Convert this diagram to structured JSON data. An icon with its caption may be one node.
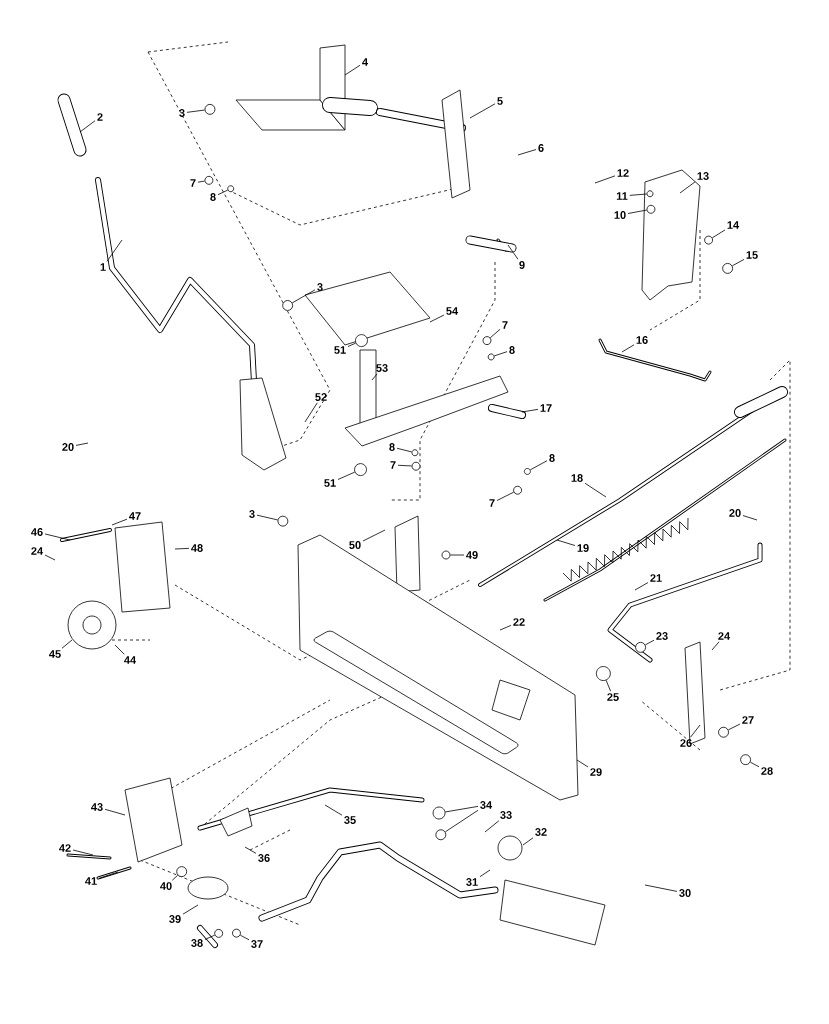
{
  "diagram": {
    "nodes": [
      {
        "text": [
          "2"
        ]
      },
      {
        "text": [
          "4"
        ]
      },
      {
        "text": [
          "5"
        ]
      },
      {
        "text": [
          "3"
        ]
      },
      {
        "text": [
          "6"
        ]
      },
      {
        "text": [
          "12"
        ]
      },
      {
        "text": [
          "13"
        ]
      },
      {
        "text": [
          "7"
        ]
      },
      {
        "text": [
          "11"
        ]
      },
      {
        "text": [
          "8"
        ]
      },
      {
        "text": [
          "10"
        ]
      },
      {
        "text": [
          "14"
        ]
      },
      {
        "text": [
          "15"
        ]
      },
      {
        "text": [
          "1"
        ]
      },
      {
        "text": [
          "9"
        ]
      },
      {
        "text": [
          "3"
        ]
      },
      {
        "text": [
          "54"
        ]
      },
      {
        "text": [
          "7"
        ]
      },
      {
        "text": [
          "16"
        ]
      },
      {
        "text": [
          "51"
        ]
      },
      {
        "text": [
          "8"
        ]
      },
      {
        "text": [
          "53"
        ]
      },
      {
        "text": [
          "52"
        ]
      },
      {
        "text": [
          "17"
        ]
      },
      {
        "text": [
          "20"
        ]
      },
      {
        "text": [
          "8"
        ]
      },
      {
        "text": [
          "8"
        ]
      },
      {
        "text": [
          "7"
        ]
      },
      {
        "text": [
          "51"
        ]
      },
      {
        "text": [
          "18"
        ]
      },
      {
        "text": [
          "7"
        ]
      },
      {
        "text": [
          "20"
        ]
      },
      {
        "text": [
          "47"
        ]
      },
      {
        "text": [
          "3"
        ]
      },
      {
        "text": [
          "46"
        ]
      },
      {
        "text": [
          "50"
        ]
      },
      {
        "text": [
          "48"
        ]
      },
      {
        "text": [
          "19"
        ]
      },
      {
        "text": [
          "24"
        ]
      },
      {
        "text": [
          "49"
        ]
      },
      {
        "text": [
          "21"
        ]
      },
      {
        "text": [
          "22"
        ]
      },
      {
        "text": [
          "23"
        ]
      },
      {
        "text": [
          "24"
        ]
      },
      {
        "text": [
          "45"
        ]
      },
      {
        "text": [
          "44"
        ]
      },
      {
        "text": [
          "25"
        ]
      },
      {
        "text": [
          "27"
        ]
      },
      {
        "text": [
          "26"
        ]
      },
      {
        "text": [
          "29"
        ]
      },
      {
        "text": [
          "28"
        ]
      },
      {
        "text": [
          "34"
        ]
      },
      {
        "text": [
          "43"
        ]
      },
      {
        "text": [
          "33"
        ]
      },
      {
        "text": [
          "35"
        ]
      },
      {
        "text": [
          "32"
        ]
      },
      {
        "text": [
          "42"
        ]
      },
      {
        "text": [
          "36"
        ]
      },
      {
        "text": [
          "41"
        ]
      },
      {
        "text": [
          "31"
        ]
      },
      {
        "text": [
          "40"
        ]
      },
      {
        "text": [
          "30"
        ]
      },
      {
        "text": [
          "39"
        ]
      },
      {
        "text": [
          "38"
        ]
      },
      {
        "text": [
          "37"
        ]
      },
      {
        "text": [],
        "shape": "circle"
      },
      {
        "text": [],
        "shape": "circle"
      },
      {
        "text": [],
        "shape": "circle"
      },
      {
        "text": [],
        "shape": "circle"
      },
      {
        "text": [],
        "shape": "circle"
      },
      {
        "text": [],
        "shape": "circle"
      },
      {
        "text": [],
        "shape": "circle"
      },
      {
        "text": [],
        "shape": "circle"
      },
      {
        "text": [],
        "shape": "circle"
      },
      {
        "text": [],
        "shape": "circle"
      },
      {
        "text": [],
        "shape": "circle"
      },
      {
        "text": [],
        "shape": "circle"
      },
      {
        "text": [],
        "shape": "circle"
      },
      {
        "text": [],
        "shape": "circle"
      },
      {
        "text": [],
        "shape": "circle"
      },
      {
        "text": [],
        "shape": "circle"
      },
      {
        "text": [],
        "shape": "circle"
      },
      {
        "text": [],
        "shape": "circle"
      },
      {
        "text": [],
        "shape": "circle"
      },
      {
        "text": [],
        "shape": "circle"
      },
      {
        "text": [],
        "shape": "circle"
      },
      {
        "text": [],
        "shape": "circle"
      },
      {
        "text": [],
        "shape": "circle"
      },
      {
        "text": [],
        "shape": "circle"
      },
      {
        "text": [],
        "shape": "circle"
      },
      {
        "text": [],
        "shape": "circle"
      },
      {
        "text": [],
        "shape": "circle"
      }
    ],
    "edges": [
      {
        "from": 0,
        "to": null,
        "arrow": "none"
      },
      {
        "from": 1,
        "to": null,
        "arrow": "none"
      },
      {
        "from": 2,
        "to": null,
        "arrow": "none"
      },
      {
        "from": 3,
        "to": 65,
        "arrow": "none"
      },
      {
        "from": 4,
        "to": null,
        "arrow": "none"
      },
      {
        "from": 5,
        "to": null,
        "arrow": "none"
      },
      {
        "from": 6,
        "to": null,
        "arrow": "none"
      },
      {
        "from": 7,
        "to": 66,
        "arrow": "none"
      },
      {
        "from": 8,
        "to": 67,
        "arrow": "none"
      },
      {
        "from": 9,
        "to": 68,
        "arrow": "none"
      },
      {
        "from": 10,
        "to": 69,
        "arrow": "none"
      },
      {
        "from": 11,
        "to": 70,
        "arrow": "none"
      },
      {
        "from": 12,
        "to": 71,
        "arrow": "none"
      },
      {
        "from": 13,
        "to": null,
        "arrow": "none"
      },
      {
        "from": 14,
        "to": null,
        "arrow": "none"
      },
      {
        "from": 15,
        "to": 72,
        "arrow": "none"
      },
      {
        "from": 16,
        "to": null,
        "arrow": "none"
      },
      {
        "from": 17,
        "to": 73,
        "arrow": "none"
      },
      {
        "from": 18,
        "to": null,
        "arrow": "none"
      },
      {
        "from": 19,
        "to": 74,
        "arrow": "none"
      },
      {
        "from": 20,
        "to": 75,
        "arrow": "none"
      },
      {
        "from": 21,
        "to": null,
        "arrow": "none"
      },
      {
        "from": 22,
        "to": null,
        "arrow": "none"
      },
      {
        "from": 23,
        "to": null,
        "arrow": "none"
      },
      {
        "from": 24,
        "to": null,
        "arrow": "none"
      },
      {
        "from": 25,
        "to": 76,
        "arrow": "none"
      },
      {
        "from": 26,
        "to": 77,
        "arrow": "none"
      },
      {
        "from": 27,
        "to": 78,
        "arrow": "none"
      },
      {
        "from": 28,
        "to": 79,
        "arrow": "none"
      },
      {
        "from": 29,
        "to": null,
        "arrow": "none"
      },
      {
        "from": 30,
        "to": 80,
        "arrow": "none"
      },
      {
        "from": 31,
        "to": null,
        "arrow": "none"
      },
      {
        "from": 32,
        "to": null,
        "arrow": "none"
      },
      {
        "from": 33,
        "to": 81,
        "arrow": "none"
      },
      {
        "from": 34,
        "to": null,
        "arrow": "none"
      },
      {
        "from": 35,
        "to": null,
        "arrow": "none"
      },
      {
        "from": 36,
        "to": null,
        "arrow": "none"
      },
      {
        "from": 37,
        "to": null,
        "arrow": "none"
      },
      {
        "from": 38,
        "to": null,
        "arrow": "none"
      },
      {
        "from": 39,
        "to": 82,
        "arrow": "none"
      },
      {
        "from": 40,
        "to": null,
        "arrow": "none"
      },
      {
        "from": 41,
        "to": null,
        "arrow": "none"
      },
      {
        "from": 42,
        "to": 83,
        "arrow": "none"
      },
      {
        "from": 43,
        "to": null,
        "arrow": "none"
      },
      {
        "from": 44,
        "to": null,
        "arrow": "none"
      },
      {
        "from": 45,
        "to": null,
        "arrow": "none"
      },
      {
        "from": 46,
        "to": 84,
        "arrow": "none"
      },
      {
        "from": 47,
        "to": 85,
        "arrow": "none"
      },
      {
        "from": 48,
        "to": null,
        "arrow": "none"
      },
      {
        "from": 49,
        "to": null,
        "arrow": "none"
      },
      {
        "from": 50,
        "to": 86,
        "arrow": "none"
      },
      {
        "from": 51,
        "to": 87,
        "arrow": "none"
      },
      {
        "from": 51,
        "to": 88,
        "arrow": "none"
      },
      {
        "from": 52,
        "to": null,
        "arrow": "none"
      },
      {
        "from": 53,
        "to": null,
        "arrow": "none"
      },
      {
        "from": 54,
        "to": null,
        "arrow": "none"
      },
      {
        "from": 55,
        "to": null,
        "arrow": "none"
      },
      {
        "from": 56,
        "to": null,
        "arrow": "none"
      },
      {
        "from": 57,
        "to": null,
        "arrow": "none"
      },
      {
        "from": 58,
        "to": null,
        "arrow": "none"
      },
      {
        "from": 59,
        "to": null,
        "arrow": "none"
      },
      {
        "from": 60,
        "to": 89,
        "arrow": "none"
      },
      {
        "from": 61,
        "to": null,
        "arrow": "none"
      },
      {
        "from": 62,
        "to": null,
        "arrow": "none"
      },
      {
        "from": 63,
        "to": 90,
        "arrow": "none"
      },
      {
        "from": 64,
        "to": 91,
        "arrow": "none"
      }
    ]
  }
}
